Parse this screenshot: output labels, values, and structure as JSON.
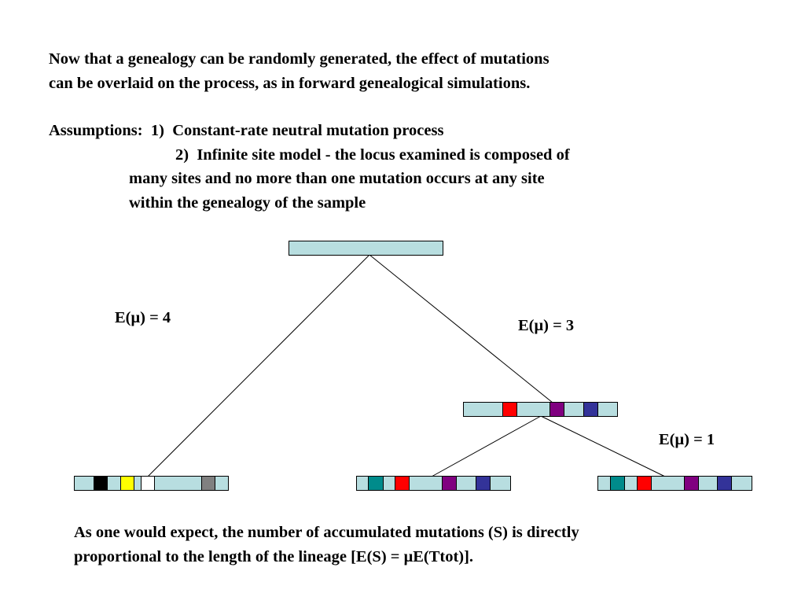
{
  "intro": {
    "line1": "Now that a genealogy can be randomly generated, the effect of mutations",
    "line2": "can be overlaid on the process, as in forward genealogical simulations."
  },
  "assumptions": {
    "line1": "Assumptions:  1)  Constant-rate neutral mutation process",
    "line2": "2)  Infinite site model - the locus examined is composed of",
    "line3": "many sites and no more than one mutation occurs at any site",
    "line4": "within the genealogy of the sample"
  },
  "labels": {
    "left_branch": "E(μ) = 4",
    "right_branch": "E(μ) = 3",
    "lower_right_branch": "E(μ) = 1"
  },
  "conclusion": {
    "line1": "As one would expect, the number of accumulated mutations (S) is directly",
    "line2": "proportional to the length of the lineage [E(S) = μE(Ttot)]."
  },
  "colors": {
    "bar_fill": "#b8dee0",
    "black": "#000000",
    "yellow": "#ffff00",
    "white": "#ffffff",
    "gray": "#808080",
    "teal": "#008b8b",
    "red": "#ff0000",
    "purple": "#800080",
    "navy": "#333399"
  },
  "sequences": {
    "root": [],
    "left_leaf": [
      "black",
      "yellow",
      "white",
      "gray"
    ],
    "internal": [
      "red",
      "purple",
      "navy"
    ],
    "middle_leaf": [
      "teal",
      "red",
      "purple",
      "navy"
    ],
    "right_leaf": [
      "teal",
      "red",
      "purple",
      "navy"
    ]
  }
}
